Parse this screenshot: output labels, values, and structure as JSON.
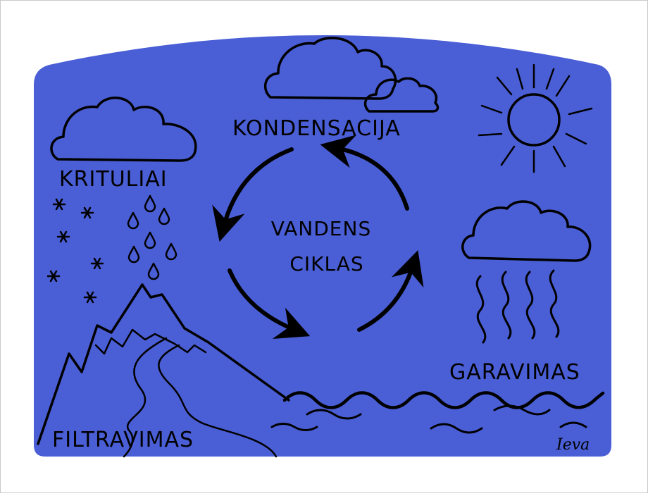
{
  "diagram": {
    "center_title_line1": "VANDENS",
    "center_title_line2": "CIKLAS",
    "labels": {
      "condensation": "KONDENSACIJA",
      "precipitation": "KRITULIAI",
      "evaporation": "GARAVIMAS",
      "filtration": "FILTRAVIMAS"
    },
    "signature": "Ieva"
  },
  "colors": {
    "background_panel": "#4a5fd6",
    "line": "#000000",
    "page": "#ffffff"
  },
  "icons": [
    "cloud-icon",
    "sun-icon",
    "snowflake-icon",
    "raindrop-icon",
    "mountain-icon",
    "river-icon",
    "wave-icon",
    "cycle-arrow-icon",
    "steam-icon"
  ]
}
